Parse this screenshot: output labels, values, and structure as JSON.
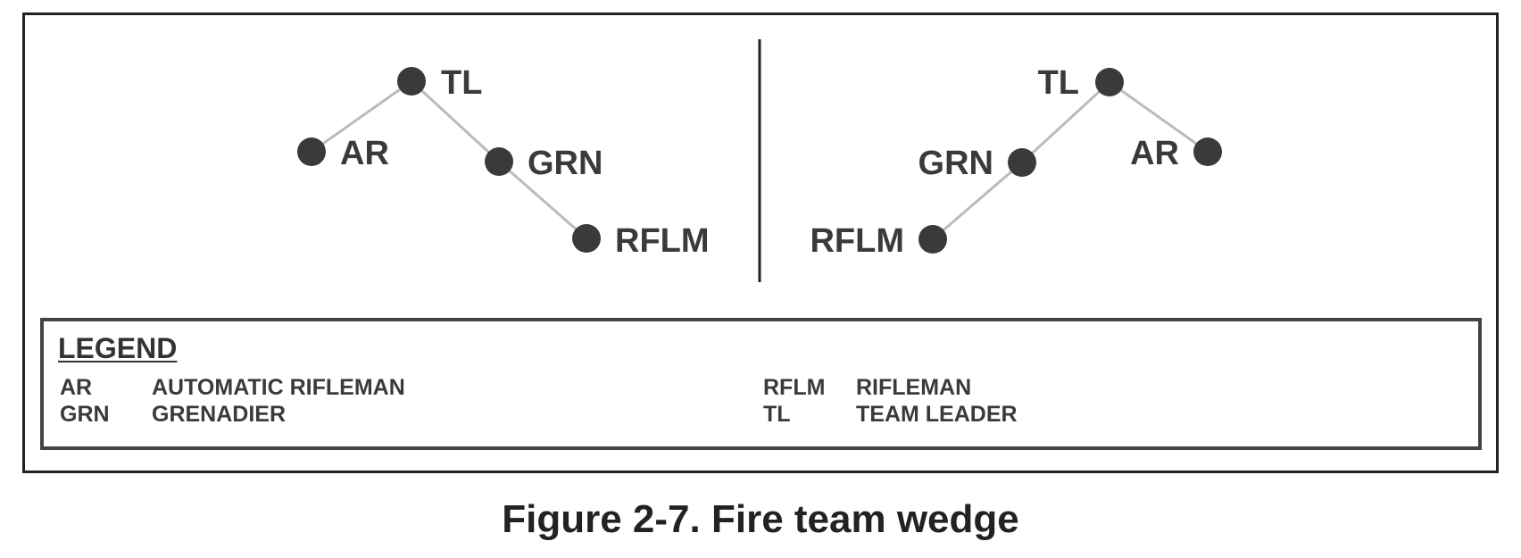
{
  "diagram": {
    "colors": {
      "node": "#3a3a3a",
      "connector": "#bbbbbb",
      "divider": "#222222",
      "label": "#3a3a3a"
    },
    "left_formation": {
      "nodes": [
        {
          "id": "TL",
          "label": "TL"
        },
        {
          "id": "AR",
          "label": "AR"
        },
        {
          "id": "GRN",
          "label": "GRN"
        },
        {
          "id": "RFLM",
          "label": "RFLM"
        }
      ],
      "connections": [
        [
          "TL",
          "AR"
        ],
        [
          "TL",
          "GRN"
        ],
        [
          "GRN",
          "RFLM"
        ]
      ]
    },
    "right_formation": {
      "nodes": [
        {
          "id": "TL",
          "label": "TL"
        },
        {
          "id": "AR",
          "label": "AR"
        },
        {
          "id": "GRN",
          "label": "GRN"
        },
        {
          "id": "RFLM",
          "label": "RFLM"
        }
      ],
      "connections": [
        [
          "TL",
          "AR"
        ],
        [
          "TL",
          "GRN"
        ],
        [
          "GRN",
          "RFLM"
        ]
      ]
    }
  },
  "legend": {
    "title": "LEGEND",
    "entries": [
      {
        "abbr": "AR",
        "meaning": "AUTOMATIC RIFLEMAN"
      },
      {
        "abbr": "GRN",
        "meaning": "GRENADIER"
      },
      {
        "abbr": "RFLM",
        "meaning": "RIFLEMAN"
      },
      {
        "abbr": "TL",
        "meaning": "TEAM LEADER"
      }
    ]
  },
  "caption": "Figure 2-7. Fire team wedge"
}
